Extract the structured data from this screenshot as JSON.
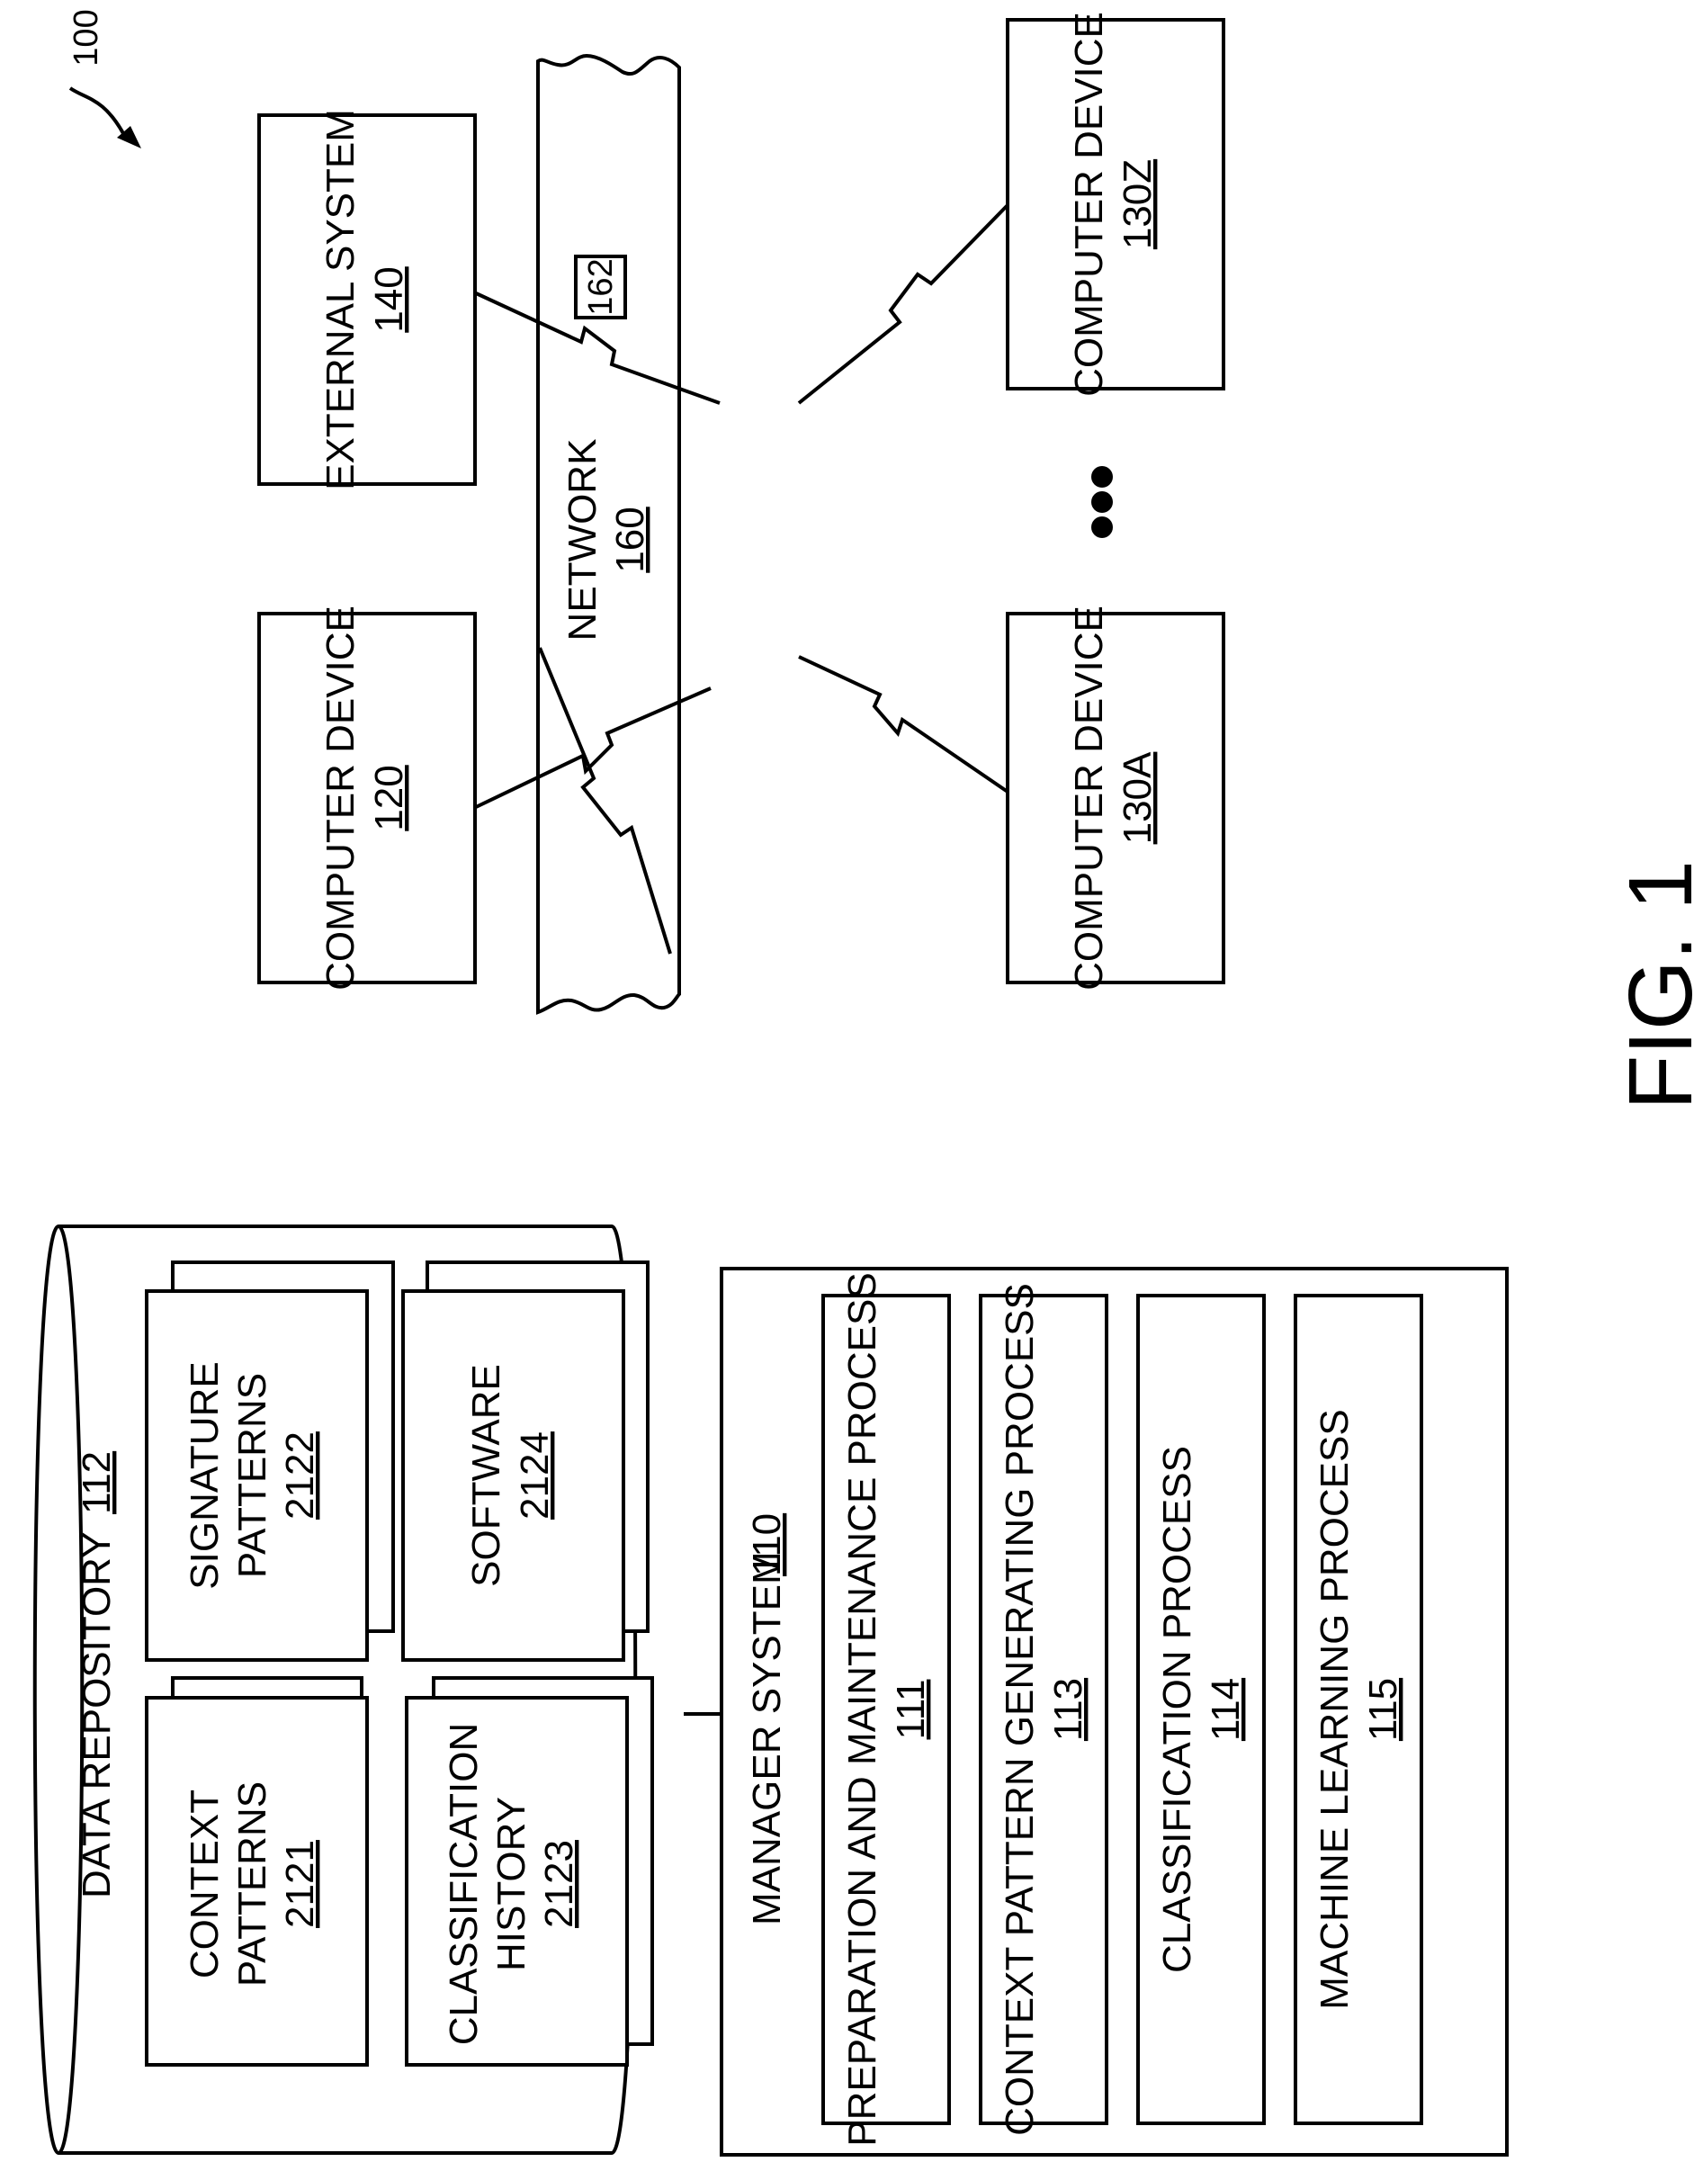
{
  "figure_ref": "100",
  "figure_caption": "FIG. 1",
  "data_repository": {
    "title": "DATA REPOSITORY",
    "ref": "112",
    "items": [
      {
        "lines": [
          "CONTEXT",
          "PATTERNS"
        ],
        "ref": "2121"
      },
      {
        "lines": [
          "SIGNATURE",
          "PATTERNS"
        ],
        "ref": "2122"
      },
      {
        "lines": [
          "CLASSIFICATION",
          "HISTORY"
        ],
        "ref": "2123"
      },
      {
        "lines": [
          "SOFTWARE"
        ],
        "ref": "2124"
      }
    ]
  },
  "manager_system": {
    "title": "MANAGER SYSTEM",
    "ref": "110",
    "processes": [
      {
        "label": "PREPARATION AND MAINTENANCE PROCESS",
        "ref": "111"
      },
      {
        "label": "CONTEXT PATTERN GENERATING PROCESS",
        "ref": "113"
      },
      {
        "label": "CLASSIFICATION PROCESS",
        "ref": "114"
      },
      {
        "label": "MACHINE LEARNING PROCESS",
        "ref": "115"
      }
    ]
  },
  "network": {
    "label": "NETWORK",
    "ref": "160",
    "component_ref": "162"
  },
  "external_system": {
    "label": "EXTERNAL SYSTEM",
    "ref": "140"
  },
  "computer_device_120": {
    "label": "COMPUTER DEVICE",
    "ref": "120"
  },
  "computer_device_130a": {
    "label": "COMPUTER DEVICE",
    "ref": "130A"
  },
  "computer_device_130z": {
    "label": "COMPUTER DEVICE",
    "ref": "130Z"
  }
}
